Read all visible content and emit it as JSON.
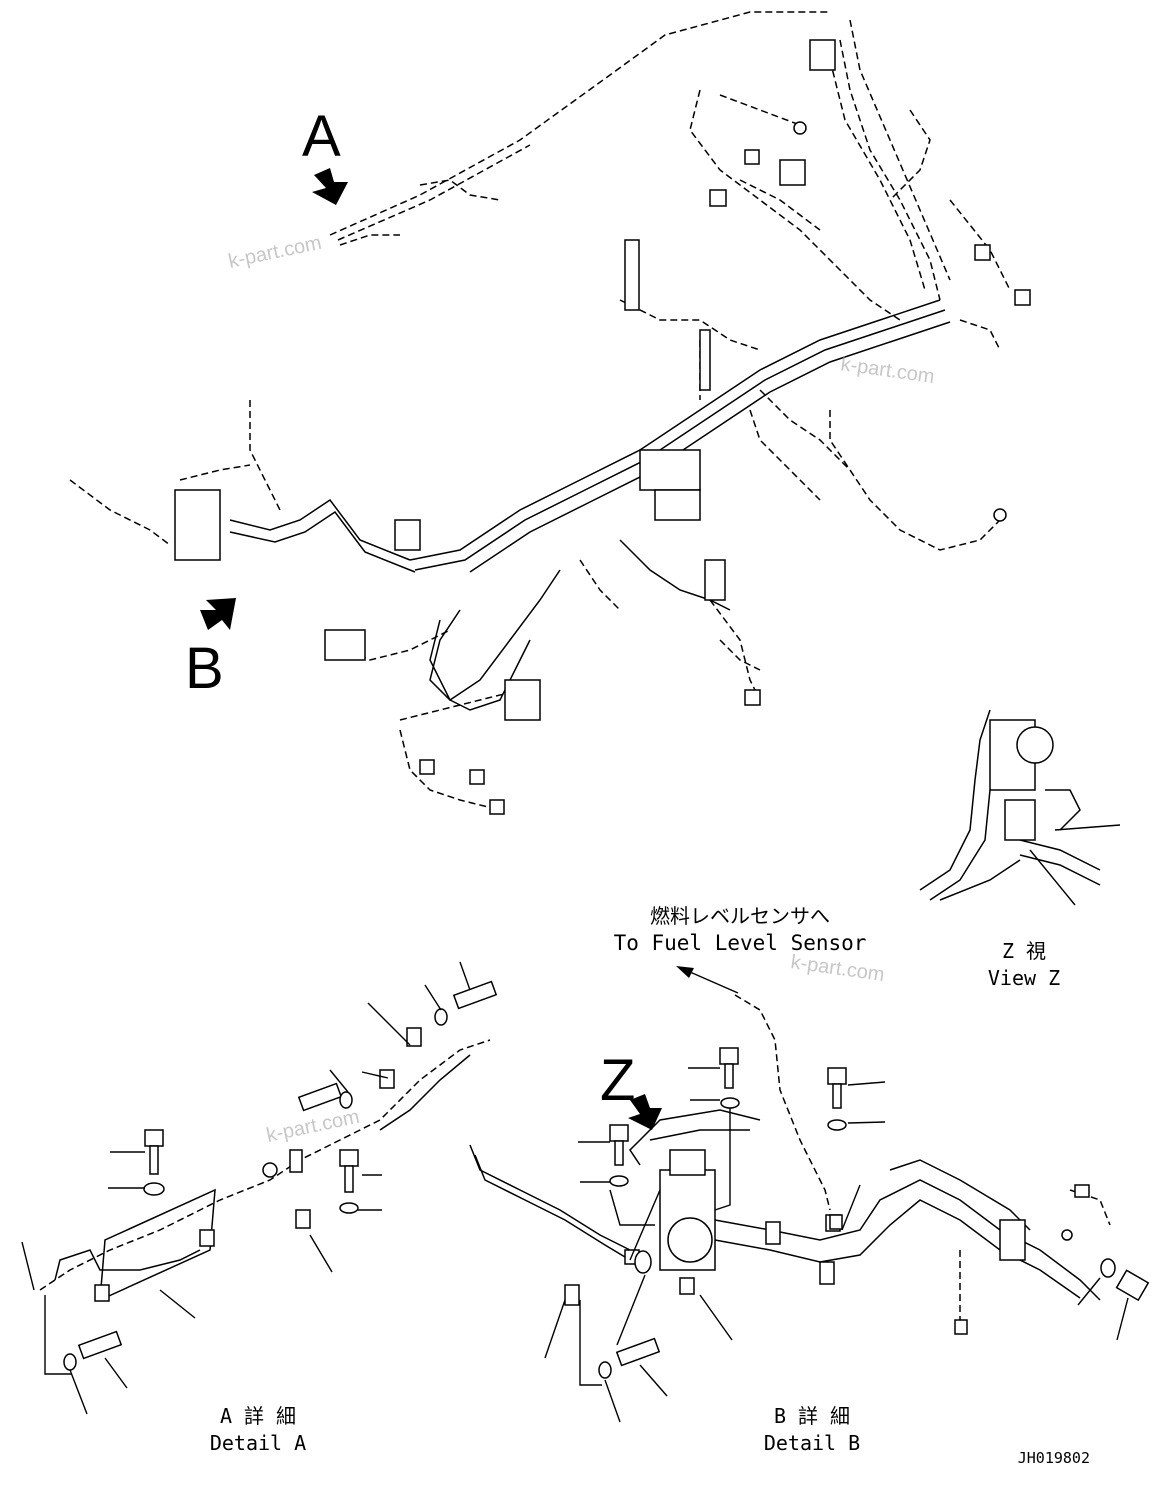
{
  "labels": {
    "view_a_letter": "A",
    "view_b_letter": "B",
    "view_z_letter": "Z",
    "fuel_sensor_jp": "燃料レベルセンサへ",
    "fuel_sensor_en": "To Fuel Level Sensor",
    "view_z_jp": "Z 視",
    "view_z_en": "View Z",
    "detail_a_jp": "A 詳 細",
    "detail_a_en": "Detail A",
    "detail_b_jp": "B 詳 細",
    "detail_b_en": "Detail B",
    "drawing_code": "JH019802"
  },
  "watermark": "k-part.com"
}
